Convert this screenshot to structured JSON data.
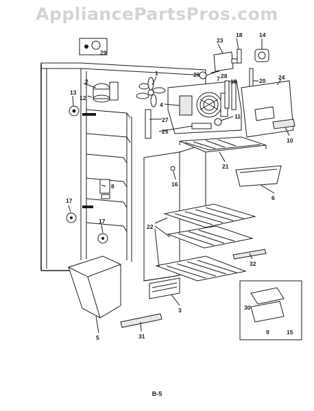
{
  "header": {
    "watermark": "AppliancePartsPros.com"
  },
  "footer": {
    "page_code": "B-5"
  },
  "callouts": {
    "c1": "1",
    "c2": "2",
    "c3": "3",
    "c4": "4",
    "c5": "5",
    "c6": "6",
    "c7": "7",
    "c8": "8",
    "c9": "9",
    "c10": "10",
    "c11": "11",
    "c12": "12",
    "c13": "13",
    "c14": "14",
    "c15": "15",
    "c16": "16",
    "c17a": "17",
    "c17b": "17",
    "c18": "18",
    "c19": "19",
    "c20": "20",
    "c21": "21",
    "c22": "22",
    "c23": "23",
    "c24": "24",
    "c25": "25",
    "c26": "26",
    "c27": "27",
    "c28": "28",
    "c29": "29",
    "c30": "30",
    "c31": "31",
    "c32": "32"
  }
}
